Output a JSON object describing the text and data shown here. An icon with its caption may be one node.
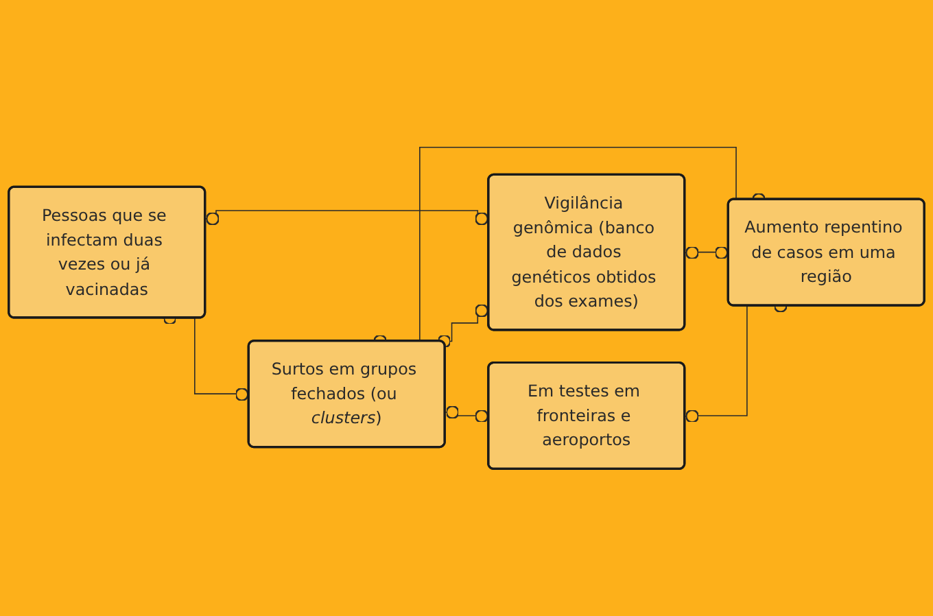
{
  "diagram": {
    "nodes": [
      {
        "text": [
          "Pessoas que se infectam duas vezes ou já vacinadas"
        ]
      },
      {
        "text": [
          "Surtos em grupos fechados (ou *clusters*)"
        ]
      },
      {
        "text": [
          "Em testes em fronteiras e aeroportos"
        ]
      },
      {
        "text": [
          "Vigilância genômica (banco de dados genéticos obtidos dos exames)"
        ]
      },
      {
        "text": [
          "Aumento repentino de casos em uma região"
        ]
      }
    ],
    "edges": [
      {
        "from": 0,
        "to": 1,
        "arrow": "other"
      },
      {
        "from": 1,
        "to": 2,
        "arrow": "other"
      },
      {
        "from": 0,
        "to": 3,
        "arrow": "other"
      },
      {
        "from": 1,
        "to": 3,
        "arrow": "other"
      },
      {
        "from": 1,
        "to": 4,
        "arrow": "other"
      },
      {
        "from": 3,
        "to": 4,
        "arrow": "other"
      },
      {
        "from": 2,
        "to": 4,
        "arrow": "other"
      }
    ]
  }
}
